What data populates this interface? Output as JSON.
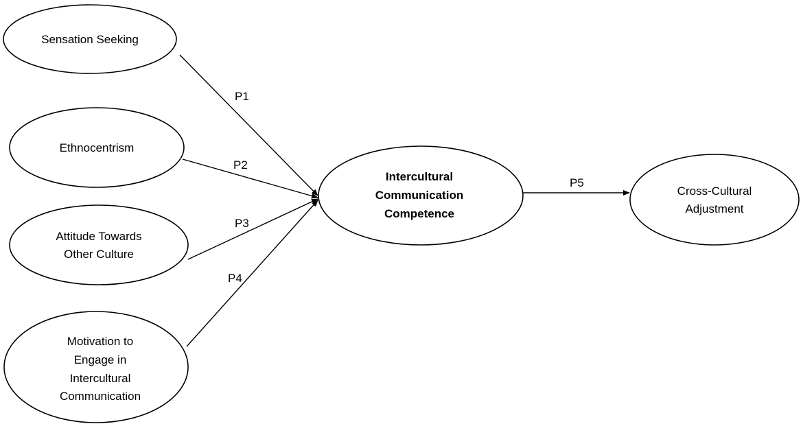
{
  "nodes": {
    "sensation_seeking": {
      "lines": [
        "Sensation Seeking"
      ]
    },
    "ethnocentrism": {
      "lines": [
        "Ethnocentrism"
      ]
    },
    "attitude": {
      "lines": [
        "Attitude Towards",
        "Other Culture"
      ]
    },
    "motivation": {
      "lines": [
        "Motivation to",
        "Engage in",
        "Intercultural",
        "Communication"
      ]
    },
    "icc": {
      "lines": [
        "Intercultural",
        "Communication",
        "Competence"
      ]
    },
    "adjustment": {
      "lines": [
        "Cross-Cultural",
        "Adjustment"
      ]
    }
  },
  "edges": {
    "p1": {
      "label": "P1"
    },
    "p2": {
      "label": "P2"
    },
    "p3": {
      "label": "P3"
    },
    "p4": {
      "label": "P4"
    },
    "p5": {
      "label": "P5"
    }
  }
}
